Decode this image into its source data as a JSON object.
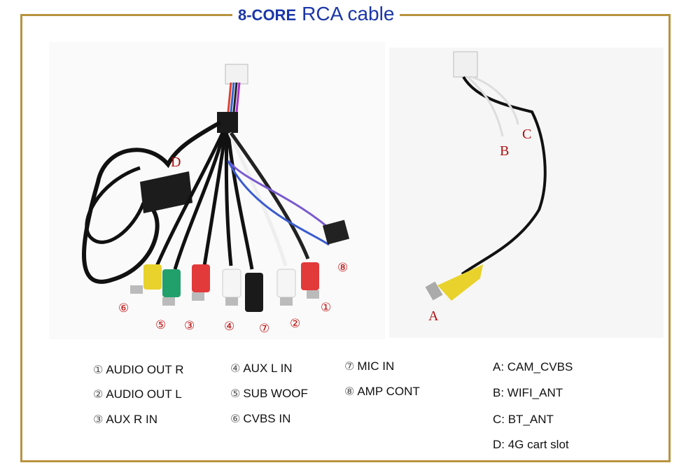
{
  "title": {
    "bold": "8-CORE",
    "regular": "RCA cable"
  },
  "photo_labels": {
    "left": {
      "D": "D",
      "n1": "①",
      "n2": "②",
      "n3": "③",
      "n4": "④",
      "n5": "⑤",
      "n6": "⑥",
      "n7": "⑦",
      "n8": "⑧"
    },
    "right": {
      "A": "A",
      "B": "B",
      "C": "C"
    }
  },
  "legend": {
    "col1": [
      {
        "num": "①",
        "text": "AUDIO OUT R"
      },
      {
        "num": "②",
        "text": "AUDIO OUT L"
      },
      {
        "num": "③",
        "text": "AUX R IN"
      }
    ],
    "col2": [
      {
        "num": "④",
        "text": "AUX L IN"
      },
      {
        "num": "⑤",
        "text": "SUB WOOF"
      },
      {
        "num": "⑥",
        "text": "CVBS IN"
      }
    ],
    "col3": [
      {
        "num": "⑦",
        "text": "MIC IN"
      },
      {
        "num": "⑧",
        "text": "AMP CONT"
      }
    ],
    "col4": [
      {
        "text": "A: CAM_CVBS"
      },
      {
        "text": "B: WIFI_ANT"
      },
      {
        "text": "C: BT_ANT"
      },
      {
        "text": "D: 4G cart slot"
      }
    ]
  },
  "colors": {
    "frame": "#b8933f",
    "title": "#1b36a8",
    "label_red": "#b01010"
  }
}
